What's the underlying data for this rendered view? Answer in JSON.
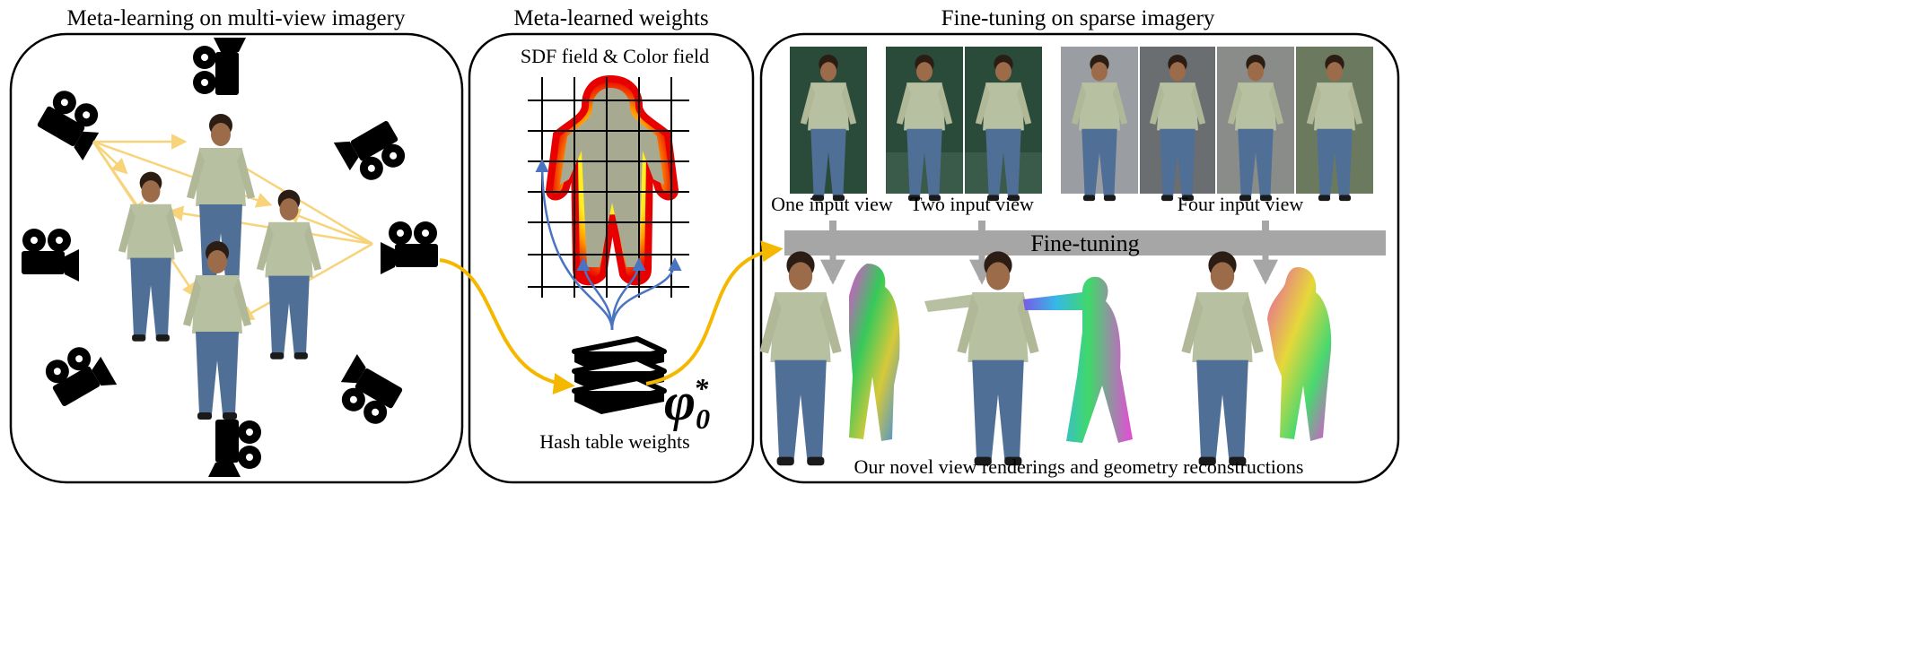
{
  "panel_left": {
    "title": "Meta-learning on multi-view imagery"
  },
  "panel_middle": {
    "title": "Meta-learned weights",
    "field_label": "SDF field & Color field",
    "weights_label": "Hash table weights",
    "symbol_main": "φ",
    "symbol_sub": "0",
    "symbol_sup": "*"
  },
  "panel_right": {
    "title": "Fine-tuning on sparse imagery",
    "view_labels": [
      "One input view",
      "Two input view",
      "Four input view"
    ],
    "finetune_bar_label": "Fine-tuning",
    "caption": "Our novel view renderings and geometry reconstructions"
  },
  "colors": {
    "arrow_yellow": "#f5b800",
    "ray_yellow": "#f7d37a",
    "flow_blue": "#4a74c0",
    "bar_gray": "#a6a6a6",
    "shirt": "#b8c0a2",
    "jeans": "#4f6f96",
    "skin": "#9c6b4a"
  }
}
